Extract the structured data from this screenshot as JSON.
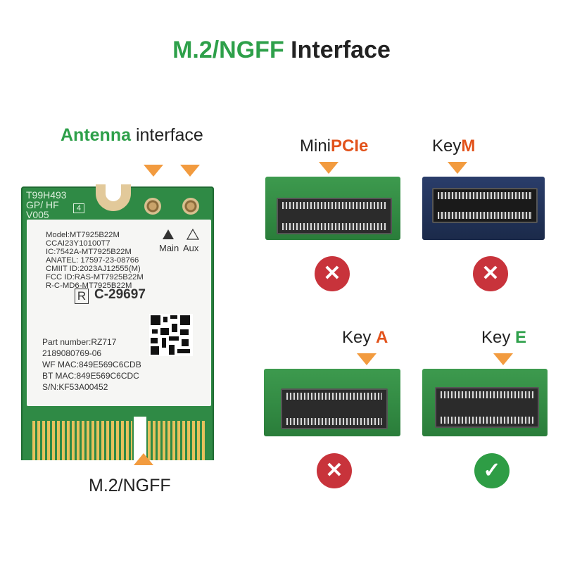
{
  "title": {
    "part1": "M.2/NGFF",
    "part2": " Interface"
  },
  "antenna_label": {
    "part1": "Antenna",
    "part2": " interface"
  },
  "card": {
    "top_line1": "T99H493",
    "top_line2": "GP/ HF",
    "top_line3": "V005",
    "box_number": "4",
    "main": "Main",
    "aux": "Aux",
    "lines": [
      "Model:MT7925B22M",
      "CCAI23Y10100T7",
      "IC:7542A-MT7925B22M",
      "ANATEL: 17597-23-08766",
      "CMIIT ID:2023AJ12555(M)",
      "FCC ID:RAS-MT7925B22M",
      "R-C-MD6-MT7925B22M"
    ],
    "rcm": "R",
    "c_code": "C-29697",
    "part_number": "Part number:RZ717",
    "part_number2": "2189080769-06",
    "wf_mac": "WF MAC:849E569C6CDB",
    "bt_mac": "BT MAC:849E569C6CDC",
    "sn": "S/N:KF53A00452"
  },
  "bottom_label": "M.2/NGFF",
  "slots": [
    {
      "label_a": "Mini",
      "label_b": "PCIe",
      "ok": false,
      "mark": "✕"
    },
    {
      "label_a": "Key",
      "label_b": "M",
      "ok": false,
      "mark": "✕"
    },
    {
      "label_a": "Key ",
      "label_b": "A",
      "ok": false,
      "mark": "✕"
    },
    {
      "label_a": "Key ",
      "label_b": "E",
      "ok": true,
      "mark": "✓"
    }
  ],
  "colors": {
    "green": "#2ea04a",
    "orange": "#e2531c",
    "arrow": "#f29b3f",
    "bad": "#c8333b",
    "good": "#2e9d45"
  }
}
